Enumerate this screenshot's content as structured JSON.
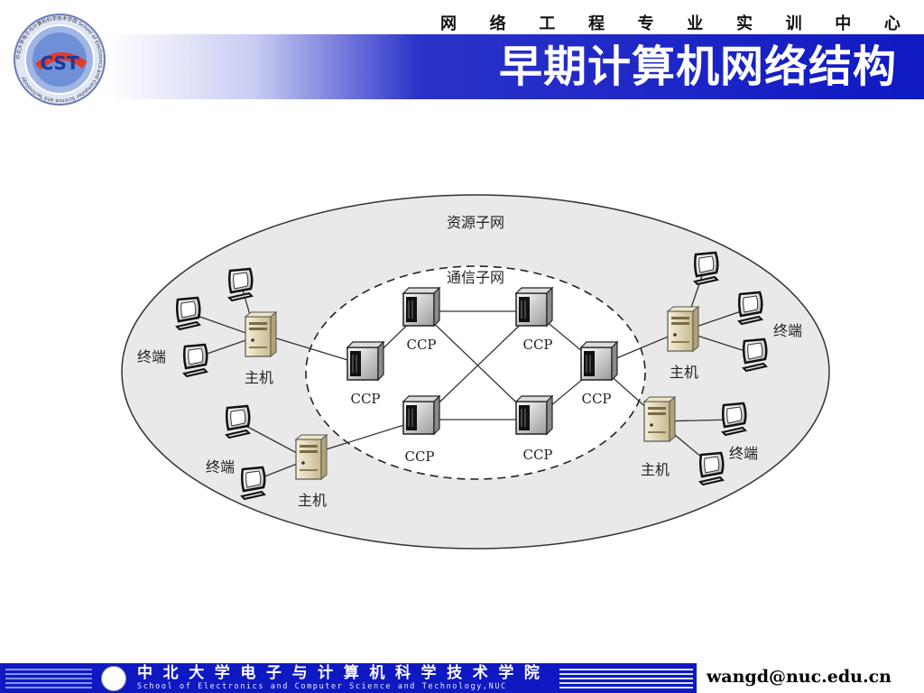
{
  "header": {
    "center_name_chars": [
      "网",
      "络",
      "工",
      "程",
      "专",
      "业",
      "实",
      "训",
      "中",
      "心"
    ],
    "title": "早期计算机网络结构",
    "title_bar_color": "#0f19c2"
  },
  "logo": {
    "monogram": "CST",
    "ring_text": "中北大学电子与计算机科学技术学院 School of Electronics and Computer Science and Technology"
  },
  "diagram": {
    "outer_label": "资源子网",
    "inner_label": "通信子网",
    "ccp_label": "CCP",
    "host_label": "主机",
    "terminal_label": "终端"
  },
  "footer": {
    "cn_chars": [
      "中",
      "北",
      "大",
      "学",
      "电",
      "子",
      "与",
      "计",
      "算",
      "机",
      "科",
      "学",
      "技",
      "术",
      "学",
      "院"
    ],
    "en": "School of Electronics and Computer Science and Technology,NUC",
    "email": "wangd@nuc.edu.cn"
  }
}
